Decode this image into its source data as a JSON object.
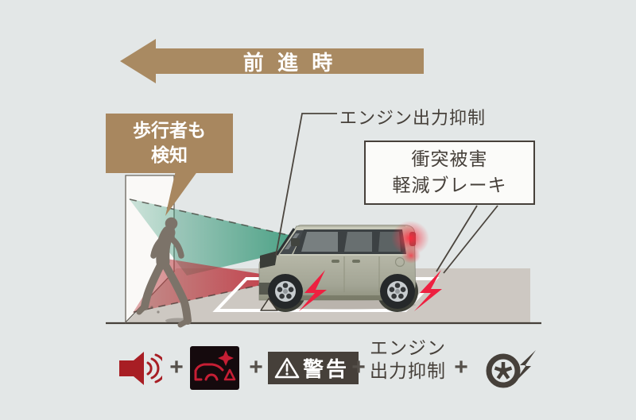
{
  "arrow": {
    "label": "前 進 時"
  },
  "callouts": {
    "pedestrian": {
      "line1": "歩行者も",
      "line2": "検知"
    },
    "engine_output": "エンジン出力抑制",
    "brake": {
      "line1": "衝突被害",
      "line2": "軽減ブレーキ"
    }
  },
  "scene": {
    "car_icon": "kei-car-side-view",
    "pedestrian_icon": "running-pedestrian-silhouette",
    "zones": [
      "pedestrian-detection-cone-green",
      "collision-warning-cone-red"
    ],
    "effects": [
      "brake-lamp-glow",
      "brake-spark-bolt-front",
      "brake-spark-bolt-rear"
    ]
  },
  "sequence": {
    "plus": "+",
    "alarm_icon": "alarm-speaker-icon",
    "collision_lamp_icon": "collision-warning-lamp-icon",
    "warning_badge": {
      "label": "警告",
      "icon": "warning-triangle-icon"
    },
    "engine_output": {
      "line1": "エンジン",
      "line2": "出力抑制"
    },
    "brake_icon": "wheel-with-bolt-icon"
  },
  "colors": {
    "background": "#e3e7e7",
    "tan_accent": "#a98a62",
    "bubble_tan": "#a8875f",
    "dark_text": "#46403a",
    "road": "#cdc8c2",
    "cone_green": "#2f9473",
    "cone_red": "#b5383b",
    "spark_red": "#ee2040",
    "speaker_red": "#a81e24",
    "lamp_glyph_red": "#c61e34",
    "lamp_background": "#150a0d",
    "car_body_olive": "#b2b3a3"
  }
}
